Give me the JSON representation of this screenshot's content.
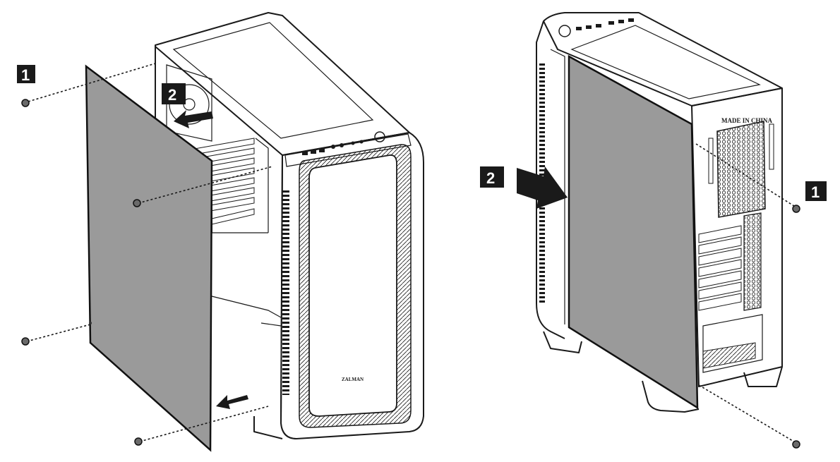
{
  "left_view": {
    "step_1_badge": "1",
    "step_2_badge": "2",
    "brand_mark": "ZALMAN"
  },
  "right_view": {
    "step_1_badge": "1",
    "step_2_badge": "2",
    "rear_label": "MADE IN CHINA"
  }
}
